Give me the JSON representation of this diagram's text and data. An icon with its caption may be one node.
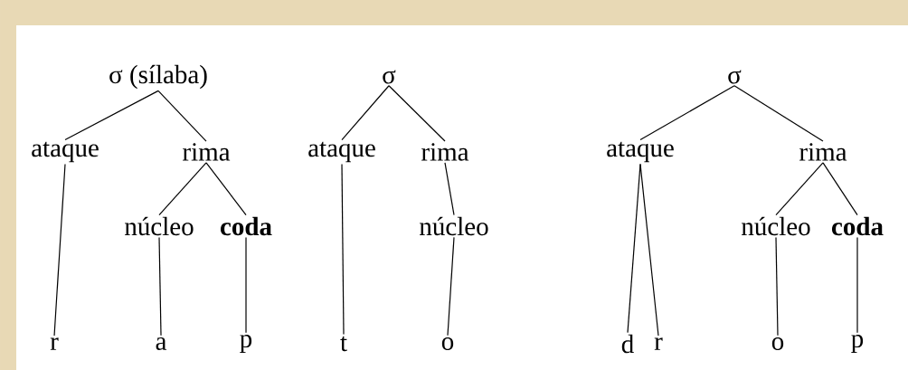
{
  "diagram": {
    "nodes": [
      {
        "text": [
          "σ (sílaba)"
        ]
      },
      {
        "text": [
          "ataque"
        ]
      },
      {
        "text": [
          "rima"
        ]
      },
      {
        "text": [
          "núcleo"
        ]
      },
      {
        "text": [
          "**coda**"
        ]
      },
      {
        "text": [
          "r"
        ]
      },
      {
        "text": [
          "a"
        ]
      },
      {
        "text": [
          "p"
        ]
      },
      {
        "text": [
          "σ"
        ]
      },
      {
        "text": [
          "ataque"
        ]
      },
      {
        "text": [
          "rima"
        ]
      },
      {
        "text": [
          "núcleo"
        ]
      },
      {
        "text": [
          "t"
        ]
      },
      {
        "text": [
          "o"
        ]
      },
      {
        "text": [
          "σ"
        ]
      },
      {
        "text": [
          "ataque"
        ]
      },
      {
        "text": [
          "rima"
        ]
      },
      {
        "text": [
          "núcleo"
        ]
      },
      {
        "text": [
          "**coda**"
        ]
      },
      {
        "text": [
          "d"
        ]
      },
      {
        "text": [
          "r"
        ]
      },
      {
        "text": [
          "o"
        ]
      },
      {
        "text": [
          "p"
        ]
      }
    ],
    "edges": [
      {
        "from": 0,
        "to": 1,
        "arrow": "none"
      },
      {
        "from": 0,
        "to": 2,
        "arrow": "none"
      },
      {
        "from": 2,
        "to": 3,
        "arrow": "none"
      },
      {
        "from": 2,
        "to": 4,
        "arrow": "none"
      },
      {
        "from": 1,
        "to": 5,
        "arrow": "none"
      },
      {
        "from": 3,
        "to": 6,
        "arrow": "none"
      },
      {
        "from": 4,
        "to": 7,
        "arrow": "none"
      },
      {
        "from": 8,
        "to": 9,
        "arrow": "none"
      },
      {
        "from": 8,
        "to": 10,
        "arrow": "none"
      },
      {
        "from": 10,
        "to": 11,
        "arrow": "none"
      },
      {
        "from": 9,
        "to": 12,
        "arrow": "none"
      },
      {
        "from": 11,
        "to": 13,
        "arrow": "none"
      },
      {
        "from": 14,
        "to": 15,
        "arrow": "none"
      },
      {
        "from": 14,
        "to": 16,
        "arrow": "none"
      },
      {
        "from": 16,
        "to": 17,
        "arrow": "none"
      },
      {
        "from": 16,
        "to": 18,
        "arrow": "none"
      },
      {
        "from": 15,
        "to": 19,
        "arrow": "none"
      },
      {
        "from": 15,
        "to": 20,
        "arrow": "none"
      },
      {
        "from": 17,
        "to": 21,
        "arrow": "none"
      },
      {
        "from": 18,
        "to": 22,
        "arrow": "none"
      }
    ]
  }
}
